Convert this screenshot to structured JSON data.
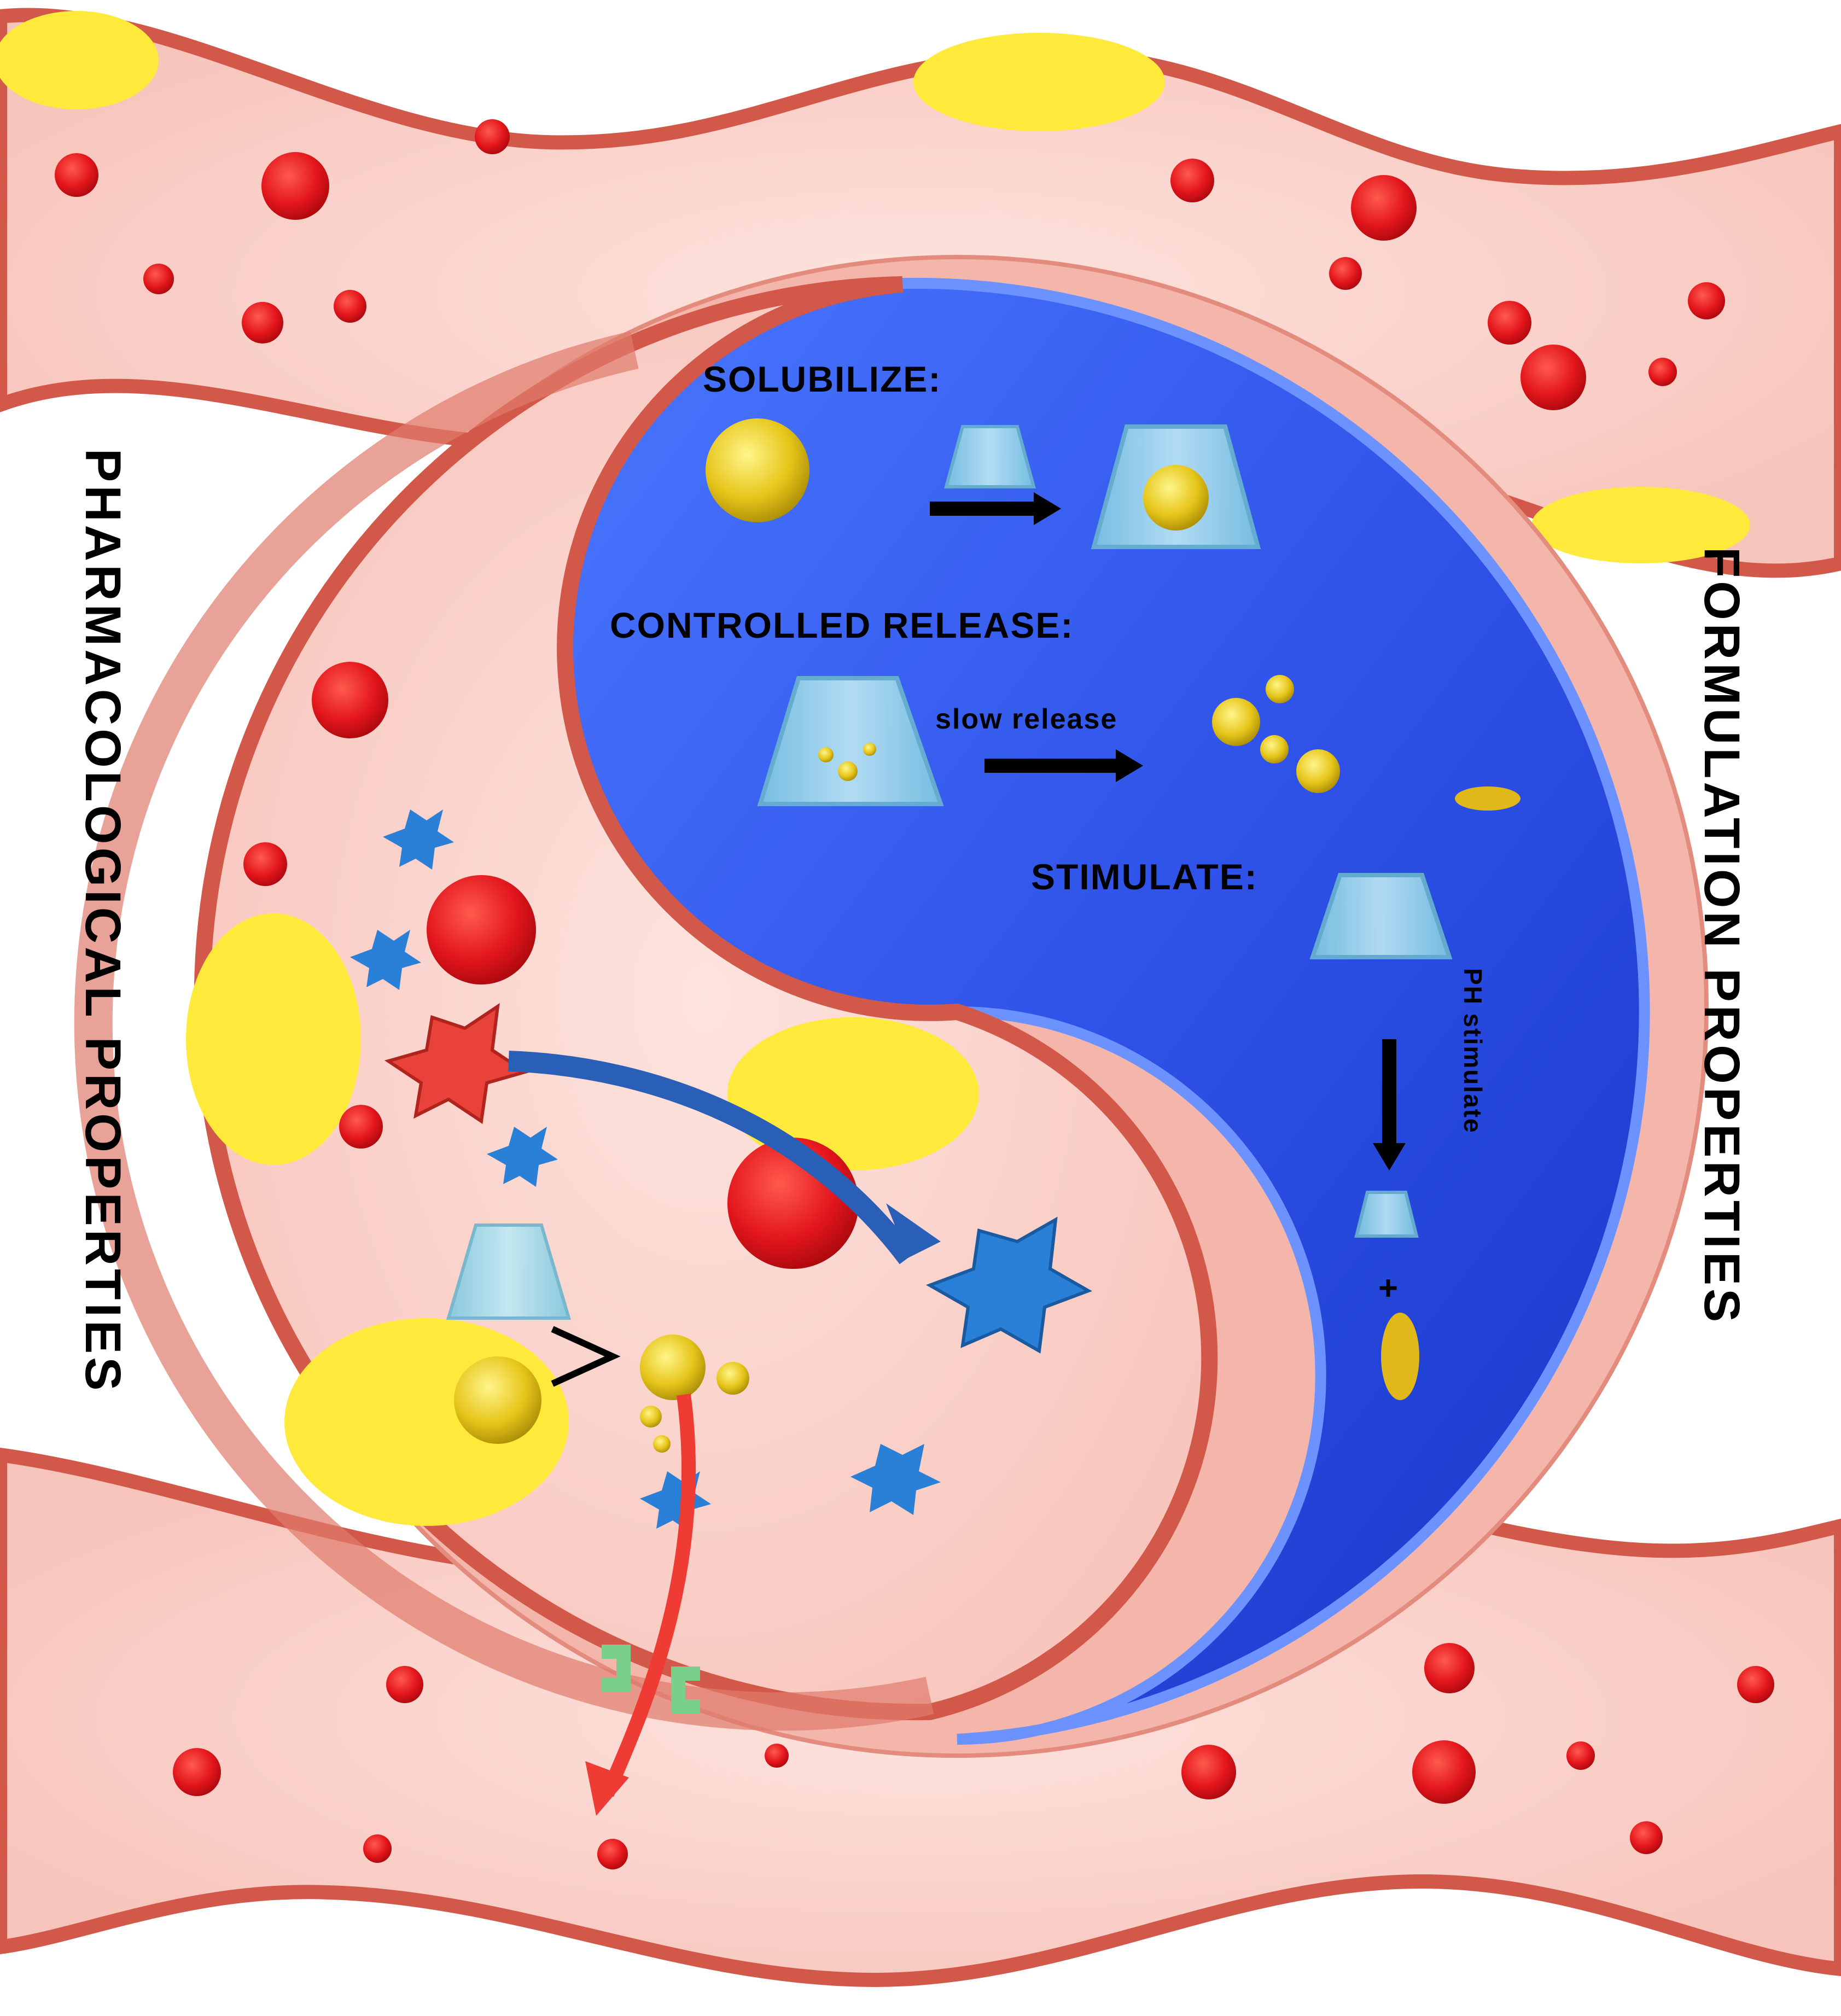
{
  "labels": {
    "left_vertical": "PHARMACOLOGICAL PROPERTIES",
    "right_vertical": "FORMULATION PROPERTIES",
    "solubilize": "SOLUBILIZE:",
    "controlled_release": "CONTROLLED RELEASE:",
    "slow_release": "slow release",
    "stimulate": "STIMULATE:",
    "ph_stimulate": "PH stimulate",
    "plus": "+"
  },
  "colors": {
    "vessel_wall": "#e07a6b",
    "vessel_lumen": "#fbd8d2",
    "rbc": "#e3161c",
    "yin_blue": "#2f52e8",
    "yin_blue_dark": "#1736c6",
    "fat_yellow": "#ffe93a",
    "cyclodextrin": "#9fd9ec",
    "drug_gold": "#d9b40e",
    "immune_blue": "#2a7fd6",
    "immune_red": "#e8423a",
    "green_carrier": "#33c64b"
  },
  "icons": [
    "cyclodextrin-cup-icon",
    "drug-molecule-icon",
    "red-blood-cell-icon",
    "immune-cell-icon",
    "bacterium-icon"
  ]
}
